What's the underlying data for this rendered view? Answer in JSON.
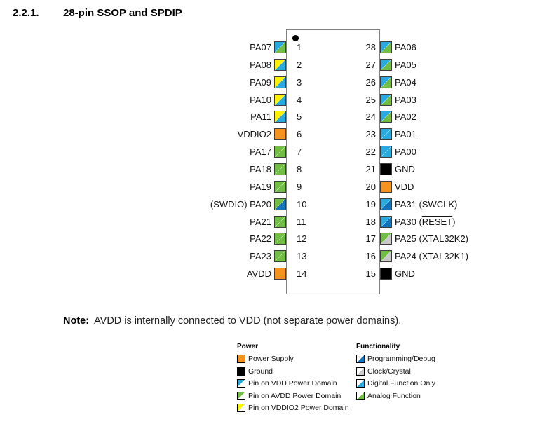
{
  "page": {
    "title_number": "2.2.1.",
    "title_text": "28-pin SSOP and SPDIP"
  },
  "colors": {
    "orange": "#F6921E",
    "black": "#000000",
    "cyan": "#29ABE2",
    "green": "#72BE44",
    "yellow": "#FFF200",
    "blue": "#1374BC",
    "gray": "#C8C8C8",
    "white": "#FFFFFF"
  },
  "chip": {
    "package_pin_count": "28",
    "pin1_marker": "dot",
    "left_pins": [
      {
        "num": "1",
        "label": "PA07",
        "fill": [
          "cyan",
          "green"
        ]
      },
      {
        "num": "2",
        "label": "PA08",
        "fill": [
          "yellow",
          "cyan"
        ]
      },
      {
        "num": "3",
        "label": "PA09",
        "fill": [
          "yellow",
          "cyan"
        ]
      },
      {
        "num": "4",
        "label": "PA10",
        "fill": [
          "yellow",
          "cyan"
        ]
      },
      {
        "num": "5",
        "label": "PA11",
        "fill": [
          "yellow",
          "cyan"
        ]
      },
      {
        "num": "6",
        "label": "VDDIO2",
        "fill": [
          "orange"
        ]
      },
      {
        "num": "7",
        "label": "PA17",
        "fill": [
          "green",
          "green"
        ]
      },
      {
        "num": "8",
        "label": "PA18",
        "fill": [
          "green",
          "green"
        ]
      },
      {
        "num": "9",
        "label": "PA19",
        "fill": [
          "green",
          "green"
        ]
      },
      {
        "num": "10",
        "label": "(SWDIO) PA20",
        "fill": [
          "green",
          "blue"
        ]
      },
      {
        "num": "11",
        "label": "PA21",
        "fill": [
          "green",
          "green"
        ]
      },
      {
        "num": "12",
        "label": "PA22",
        "fill": [
          "green",
          "green"
        ]
      },
      {
        "num": "13",
        "label": "PA23",
        "fill": [
          "green",
          "green"
        ]
      },
      {
        "num": "14",
        "label": "AVDD",
        "fill": [
          "orange"
        ]
      }
    ],
    "right_pins": [
      {
        "num": "28",
        "label": "PA06",
        "fill": [
          "cyan",
          "green"
        ]
      },
      {
        "num": "27",
        "label": "PA05",
        "fill": [
          "cyan",
          "green"
        ]
      },
      {
        "num": "26",
        "label": "PA04",
        "fill": [
          "cyan",
          "green"
        ]
      },
      {
        "num": "25",
        "label": "PA03",
        "fill": [
          "cyan",
          "green"
        ]
      },
      {
        "num": "24",
        "label": "PA02",
        "fill": [
          "cyan",
          "green"
        ]
      },
      {
        "num": "23",
        "label": "PA01",
        "fill": [
          "cyan",
          "cyan"
        ]
      },
      {
        "num": "22",
        "label": "PA00",
        "fill": [
          "cyan",
          "cyan"
        ]
      },
      {
        "num": "21",
        "label": "GND",
        "fill": [
          "black"
        ]
      },
      {
        "num": "20",
        "label": "VDD",
        "fill": [
          "orange"
        ]
      },
      {
        "num": "19",
        "label": "PA31 (SWCLK)",
        "fill": [
          "cyan",
          "blue"
        ]
      },
      {
        "num": "18",
        "label": "PA30 (RESET)",
        "overline": "RESET",
        "fill": [
          "cyan",
          "blue"
        ]
      },
      {
        "num": "17",
        "label": "PA25 (XTAL32K2)",
        "fill": [
          "green",
          "gray"
        ]
      },
      {
        "num": "16",
        "label": "PA24 (XTAL32K1)",
        "fill": [
          "green",
          "gray"
        ]
      },
      {
        "num": "15",
        "label": "GND",
        "fill": [
          "black"
        ]
      }
    ]
  },
  "note": {
    "label": "Note:",
    "text": "AVDD is internally connected to VDD (not separate power domains)."
  },
  "legend": {
    "power": {
      "header": "Power",
      "items": [
        {
          "label": "Power Supply",
          "fill": [
            "orange"
          ]
        },
        {
          "label": "Ground",
          "fill": [
            "black"
          ]
        },
        {
          "label": "Pin on VDD Power Domain",
          "fill": [
            "cyan",
            "white"
          ]
        },
        {
          "label": "Pin on AVDD Power Domain",
          "fill": [
            "green",
            "white"
          ]
        },
        {
          "label": "Pin on VDDIO2 Power Domain",
          "fill": [
            "yellow",
            "white"
          ]
        }
      ]
    },
    "functionality": {
      "header": "Functionality",
      "items": [
        {
          "label": "Programming/Debug",
          "fill": [
            "white",
            "blue"
          ]
        },
        {
          "label": "Clock/Crystal",
          "fill": [
            "white",
            "gray"
          ]
        },
        {
          "label": "Digital Function Only",
          "fill": [
            "white",
            "cyan"
          ]
        },
        {
          "label": "Analog Function",
          "fill": [
            "white",
            "green"
          ]
        }
      ]
    }
  }
}
